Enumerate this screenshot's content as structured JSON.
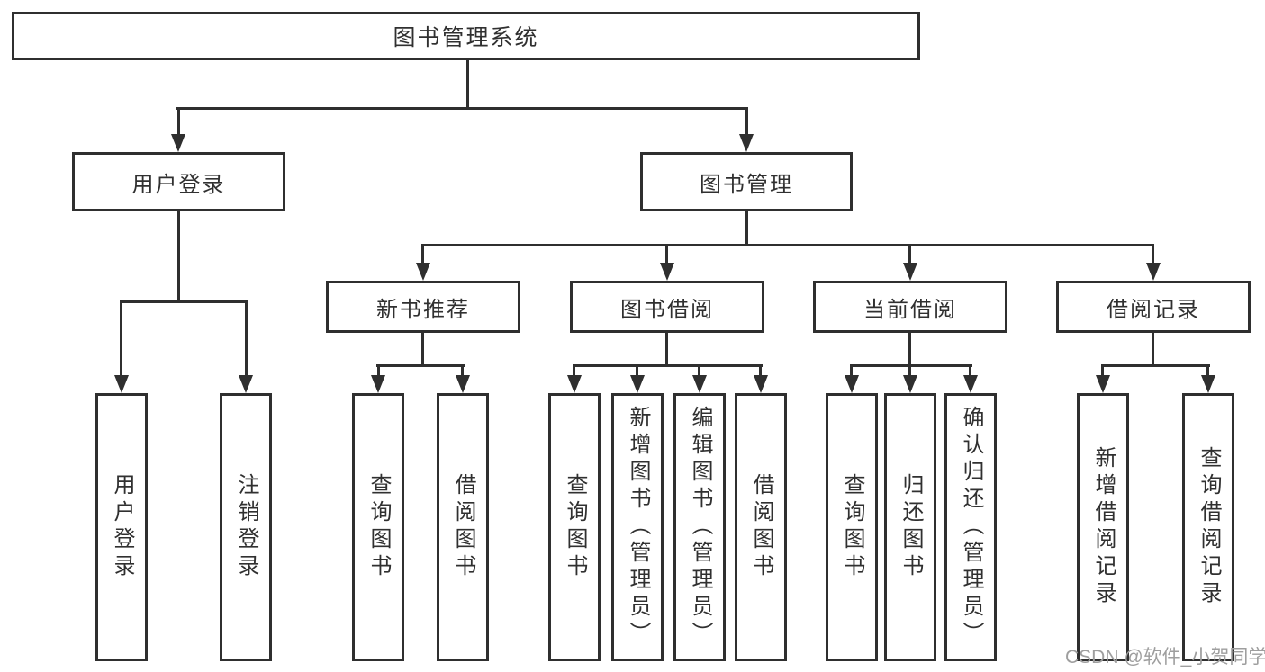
{
  "diagram": {
    "root_label": "图书管理系统",
    "level2": {
      "user_login": "用户登录",
      "book_mgmt": "图书管理"
    },
    "level3": {
      "new_books": "新书推荐",
      "book_borrow": "图书借阅",
      "current_borrow": "当前借阅",
      "borrow_records": "借阅记录"
    },
    "leaves": {
      "login": [
        "用户登录",
        "注销登录"
      ],
      "recommend": [
        "查询图书",
        "借阅图书"
      ],
      "borrow": [
        "查询图书",
        "新增图书（管理员）",
        "编辑图书（管理员）",
        "借阅图书"
      ],
      "current": [
        "查询图书",
        "归还图书",
        "确认归还（管理员）"
      ],
      "records": [
        "新增借阅记录",
        "查询借阅记录"
      ]
    }
  },
  "watermark": "CSDN @软件_小贺同学",
  "colors": {
    "line": "#2f2f2f",
    "text": "#303030",
    "watermark": "#9e9e9e",
    "background": "#ffffff"
  }
}
